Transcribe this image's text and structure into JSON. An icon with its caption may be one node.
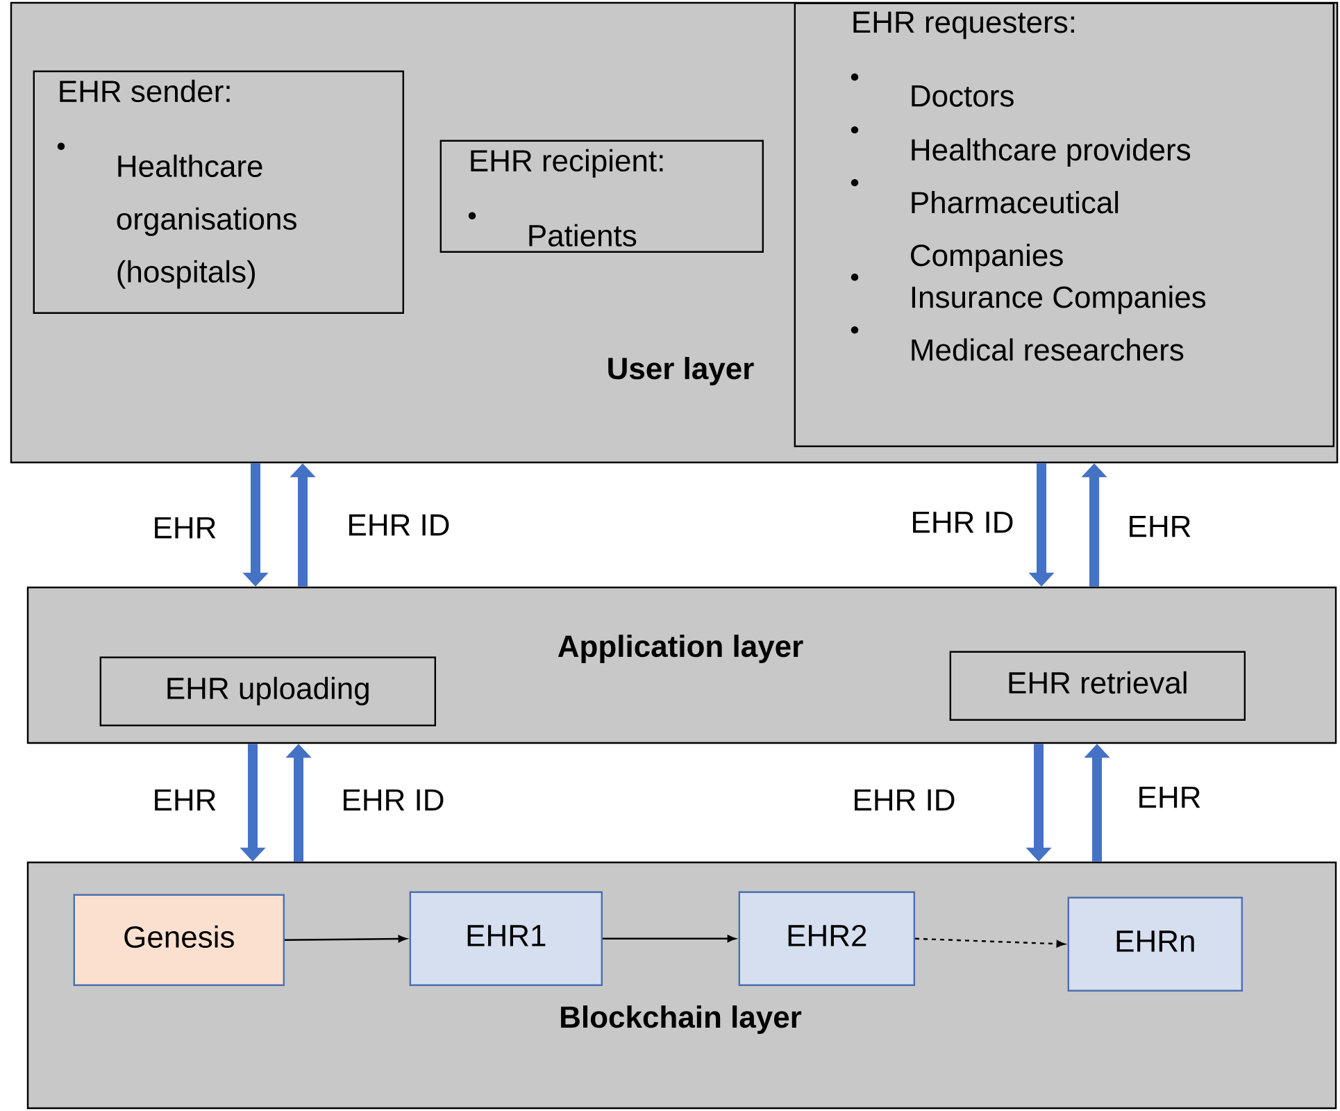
{
  "diagram": {
    "nodes": [
      {
        "text": [
          "User layer"
        ]
      },
      {
        "text": [
          "EHR sender:",
          "Healthcare organisations (hospitals)"
        ],
        "in": 0
      },
      {
        "text": [
          "EHR recipient:",
          "Patients"
        ],
        "in": 0
      },
      {
        "text": [
          "EHR requesters:",
          "Doctors",
          "Healthcare providers",
          "Pharmaceutical Companies",
          "Insurance Companies",
          "Medical researchers"
        ],
        "in": 0
      },
      {
        "text": [
          "Application layer"
        ]
      },
      {
        "text": [
          "EHR uploading"
        ],
        "in": 4
      },
      {
        "text": [
          "EHR retrieval"
        ],
        "in": 4
      },
      {
        "text": [
          "Blockchain layer"
        ]
      },
      {
        "text": [
          "Genesis"
        ],
        "in": 7
      },
      {
        "text": [
          "EHR1"
        ],
        "in": 7
      },
      {
        "text": [
          "EHR2"
        ],
        "in": 7
      },
      {
        "text": [
          "EHRn"
        ],
        "in": 7
      }
    ],
    "edges": [
      {
        "from": 0,
        "to": 4,
        "arrow": "to",
        "label": "EHR"
      },
      {
        "from": 4,
        "to": 0,
        "arrow": "to",
        "label": "EHR ID"
      },
      {
        "from": 0,
        "to": 4,
        "arrow": "to",
        "label": "EHR ID"
      },
      {
        "from": 4,
        "to": 0,
        "arrow": "to",
        "label": "EHR"
      },
      {
        "from": 4,
        "to": 7,
        "arrow": "to",
        "label": "EHR"
      },
      {
        "from": 7,
        "to": 4,
        "arrow": "to",
        "label": "EHR ID"
      },
      {
        "from": 4,
        "to": 7,
        "arrow": "to",
        "label": "EHR ID"
      },
      {
        "from": 7,
        "to": 4,
        "arrow": "to",
        "label": "EHR"
      },
      {
        "from": 8,
        "to": 9,
        "arrow": "to",
        "color": "#000000"
      },
      {
        "from": 9,
        "to": 10,
        "arrow": "to",
        "color": "#000000"
      },
      {
        "from": 10,
        "to": 11,
        "arrow": "to",
        "style": "dashed",
        "color": "#000000"
      }
    ]
  }
}
